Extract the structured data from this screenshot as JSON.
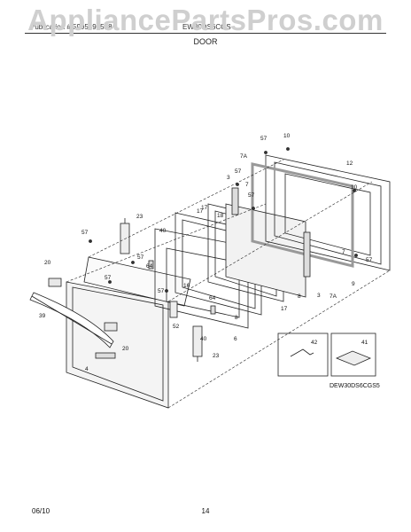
{
  "watermark": "AppliancePartsPros.com",
  "header": {
    "left_text": "Publication # 5995493518",
    "right_text": "EW30DS6CGS"
  },
  "section_title": "DOOR",
  "model_code": "DEW30DS6CGS5",
  "footer": {
    "date": "06/10",
    "page": "14"
  },
  "callouts": [
    "57",
    "10",
    "7A",
    "12",
    "57",
    "3",
    "57",
    "7",
    "10",
    "23",
    "17",
    "18",
    "57",
    "57",
    "40",
    "64",
    "17",
    "57",
    "20",
    "57",
    "7",
    "9",
    "57",
    "3",
    "7A",
    "16",
    "64",
    "52",
    "40",
    "6",
    "8",
    "17",
    "8",
    "39",
    "20",
    "4",
    "23",
    "42",
    "41"
  ]
}
